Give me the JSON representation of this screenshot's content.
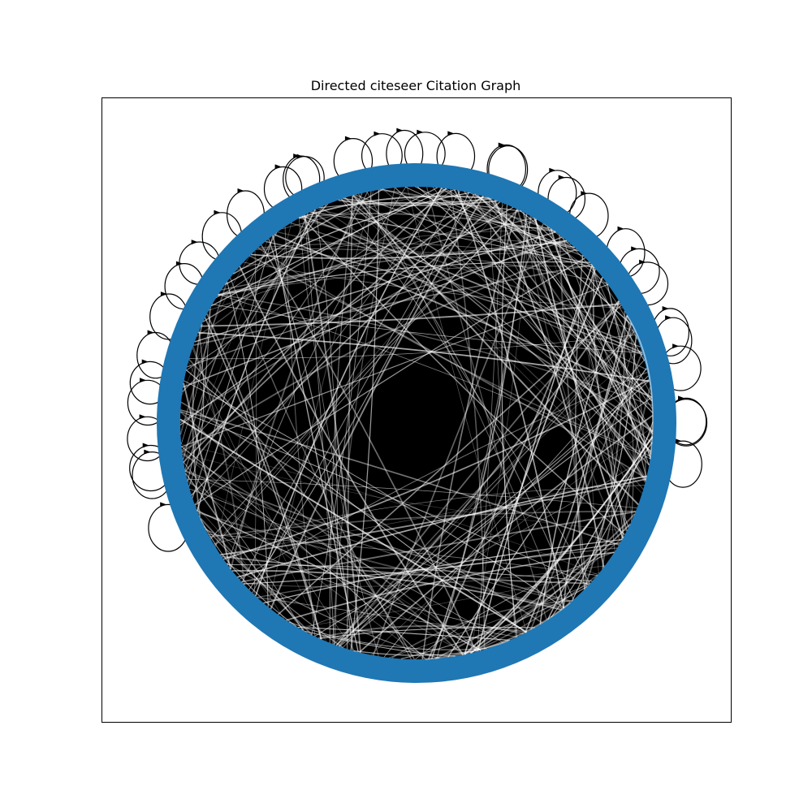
{
  "title": "Directed citeseer Citation Graph",
  "graph": {
    "layout": "circular",
    "directed": true,
    "node_color": "#1f77b4",
    "edge_color": "#000000",
    "background": "#ffffff",
    "frame_color": "#000000",
    "self_loop_count": 34
  }
}
